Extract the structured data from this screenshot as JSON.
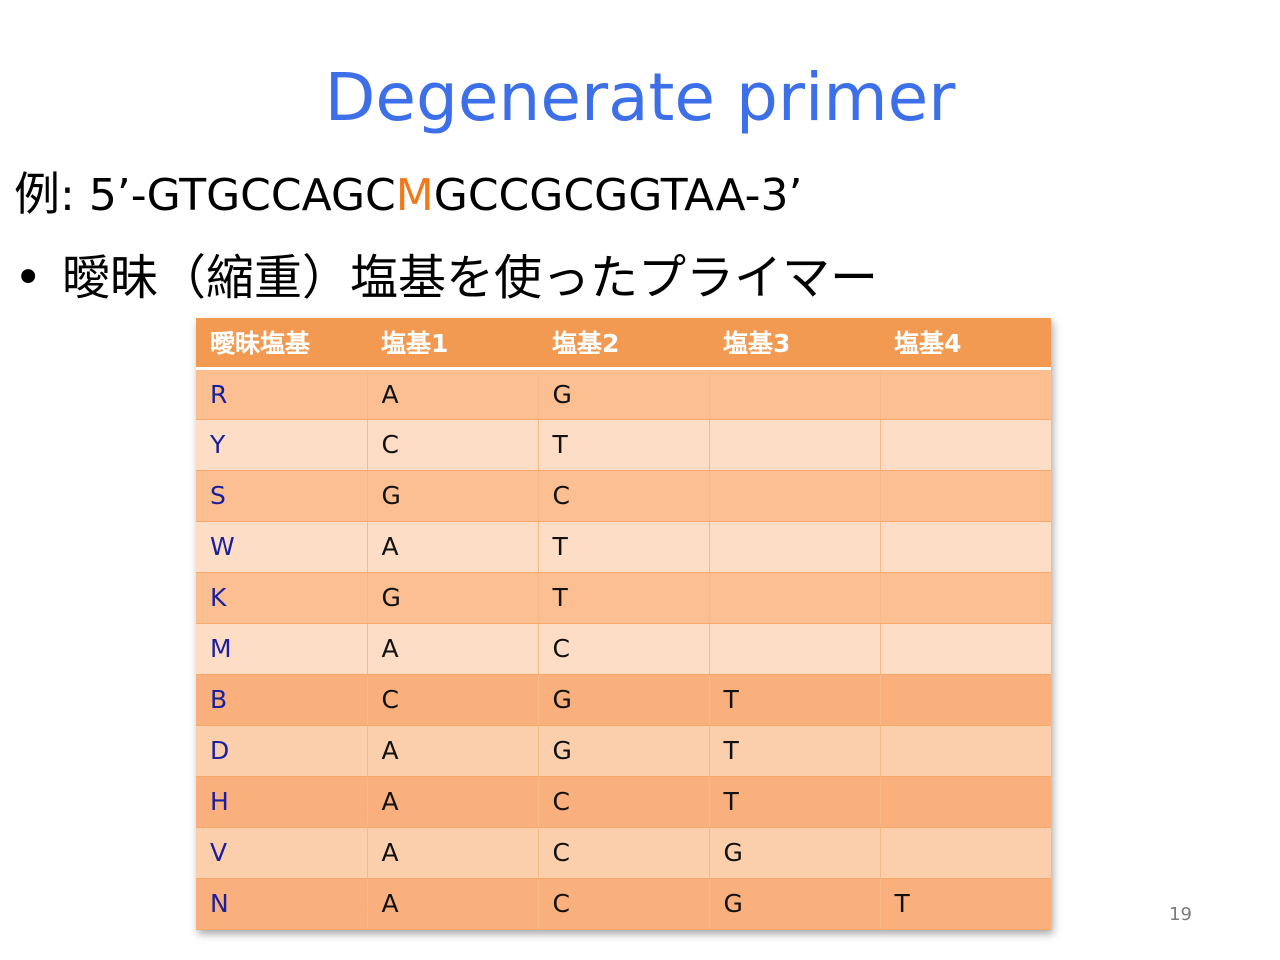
{
  "slide": {
    "title": "Degenerate primer",
    "example_prefix": "例",
    "example_sep": ": ",
    "sequence_before": "5’-GTGCCAGC",
    "sequence_highlight": "M",
    "sequence_after": "GCCGCGGTAA-3’",
    "bullet_symbol": "•",
    "bullet_text": "曖昧（縮重）塩基を使ったプライマー",
    "page_number": "19",
    "colors": {
      "title": "#3d6fe8",
      "highlight": "#f07a1a",
      "header_bg": "#f39a52",
      "code_text": "#1a1f9c"
    }
  },
  "table": {
    "headers": [
      "曖昧塩基",
      "塩基1",
      "塩基2",
      "塩基3",
      "塩基4"
    ],
    "rows": [
      [
        "R",
        "A",
        "G",
        "",
        ""
      ],
      [
        "Y",
        "C",
        "T",
        "",
        ""
      ],
      [
        "S",
        "G",
        "C",
        "",
        ""
      ],
      [
        "W",
        "A",
        "T",
        "",
        ""
      ],
      [
        "K",
        "G",
        "T",
        "",
        ""
      ],
      [
        "M",
        "A",
        "C",
        "",
        ""
      ],
      [
        "B",
        "C",
        "G",
        "T",
        ""
      ],
      [
        "D",
        "A",
        "G",
        "T",
        ""
      ],
      [
        "H",
        "A",
        "C",
        "T",
        ""
      ],
      [
        "V",
        "A",
        "C",
        "G",
        ""
      ],
      [
        "N",
        "A",
        "C",
        "G",
        "T"
      ]
    ]
  }
}
